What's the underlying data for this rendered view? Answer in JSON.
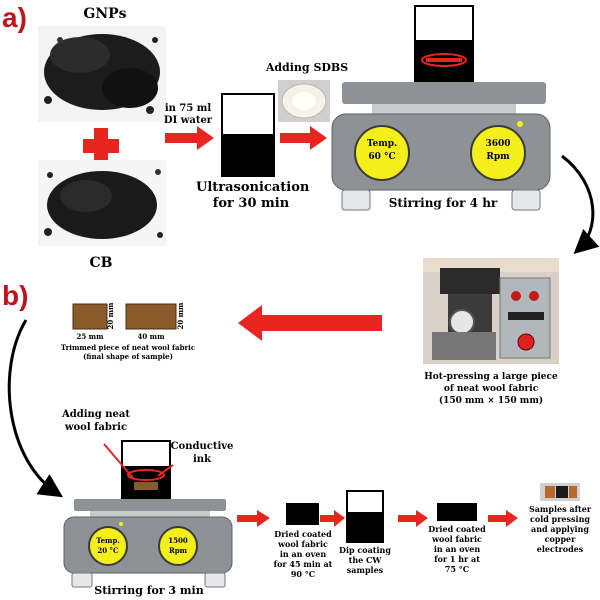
{
  "panels": {
    "a": "a)",
    "b": "b)"
  },
  "labels": {
    "gnps": "GNPs",
    "cb": "CB",
    "water_1": "in 75 ml",
    "water_2": "DI water",
    "sdbs": "Adding SDBS",
    "ultra_1": "Ultrasonication",
    "ultra_2": "for 30 min",
    "stir_4hr": "Stirring for 4 hr",
    "hot_1": "Hot-pressing a large piece",
    "hot_2": "of neat wool fabric",
    "hot_3": "(150 mm × 150 mm)",
    "trim_1": "Trimmed piece of neat wool fabric",
    "trim_2": "(final shape of sample)",
    "dim_25": "25 mm",
    "dim_40": "40 mm",
    "dim_20a": "20 mm",
    "dim_20b": "20 mm",
    "add_wool_1": "Adding neat",
    "add_wool_2": "wool fabric",
    "ink_1": "Conductive",
    "ink_2": "ink",
    "stir_3min": "Stirring for 3 min",
    "dry1_1": "Dried coated",
    "dry1_2": "wool fabric",
    "dry1_3": "in an oven",
    "dry1_4": "for 45 min at",
    "dry1_5": "90 °C",
    "dip_1": "Dip coating",
    "dip_2": "the CW",
    "dip_3": "samples",
    "dry2_1": "Dried coated",
    "dry2_2": "wool fabric",
    "dry2_3": "in an oven",
    "dry2_4": "for 1 hr at",
    "dry2_5": "75 °C",
    "samp_1": "Samples after",
    "samp_2": "cold pressing",
    "samp_3": "and applying",
    "samp_4": "copper",
    "samp_5": "electrodes"
  },
  "stirrer_top": {
    "temp_1": "Temp.",
    "temp_2": "60 °C",
    "rpm_1": "3600",
    "rpm_2": "Rpm"
  },
  "stirrer_bottom": {
    "temp_1": "Temp.",
    "temp_2": "20 °C",
    "rpm_1": "1500",
    "rpm_2": "Rpm"
  },
  "colors": {
    "arrow_red": "#e8261f",
    "knob_yellow": "#f4ee1a",
    "stirrer_gray": "#8e9296",
    "fabric_brown": "#8b5a2b"
  }
}
